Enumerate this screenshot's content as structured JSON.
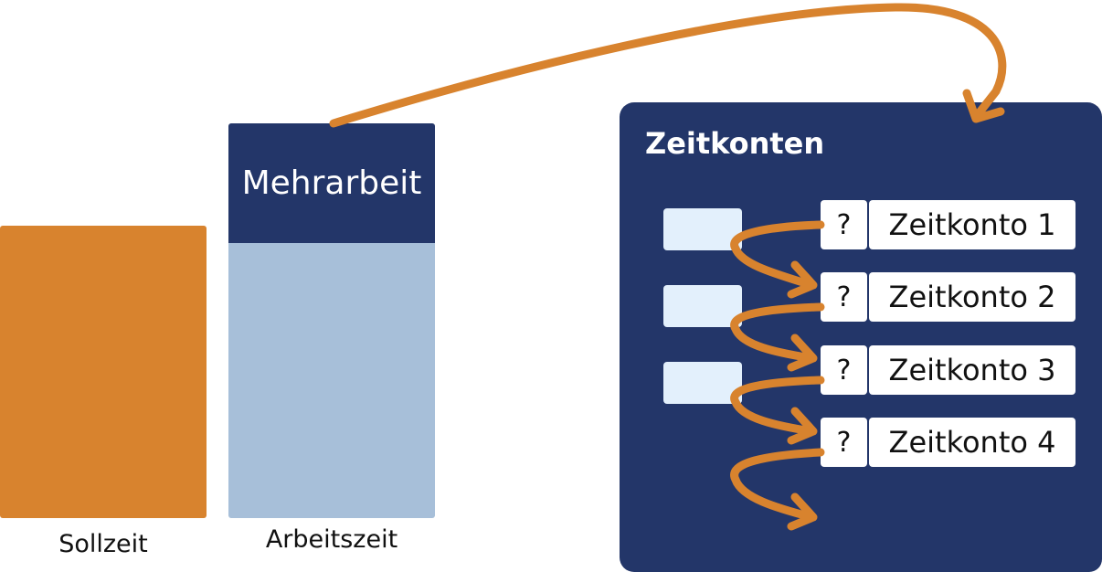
{
  "diagram": {
    "bars": {
      "sollzeit": {
        "label": "Sollzeit",
        "color": "#D8832E"
      },
      "arbeitszeit": {
        "label": "Arbeitszeit",
        "color": "#A7BFD9"
      },
      "mehrarbeit": {
        "label": "Mehrarbeit",
        "color": "#233669"
      }
    },
    "panel": {
      "title": "Zeitkonten",
      "background": "#233669",
      "accounts": [
        {
          "marker": "?",
          "label": "Zeitkonto 1"
        },
        {
          "marker": "?",
          "label": "Zeitkonto 2"
        },
        {
          "marker": "?",
          "label": "Zeitkonto 3"
        },
        {
          "marker": "?",
          "label": "Zeitkonto 4"
        }
      ],
      "slot_count": 3,
      "slot_color": "#E3F0FC"
    },
    "arrow_color": "#D8832E"
  }
}
